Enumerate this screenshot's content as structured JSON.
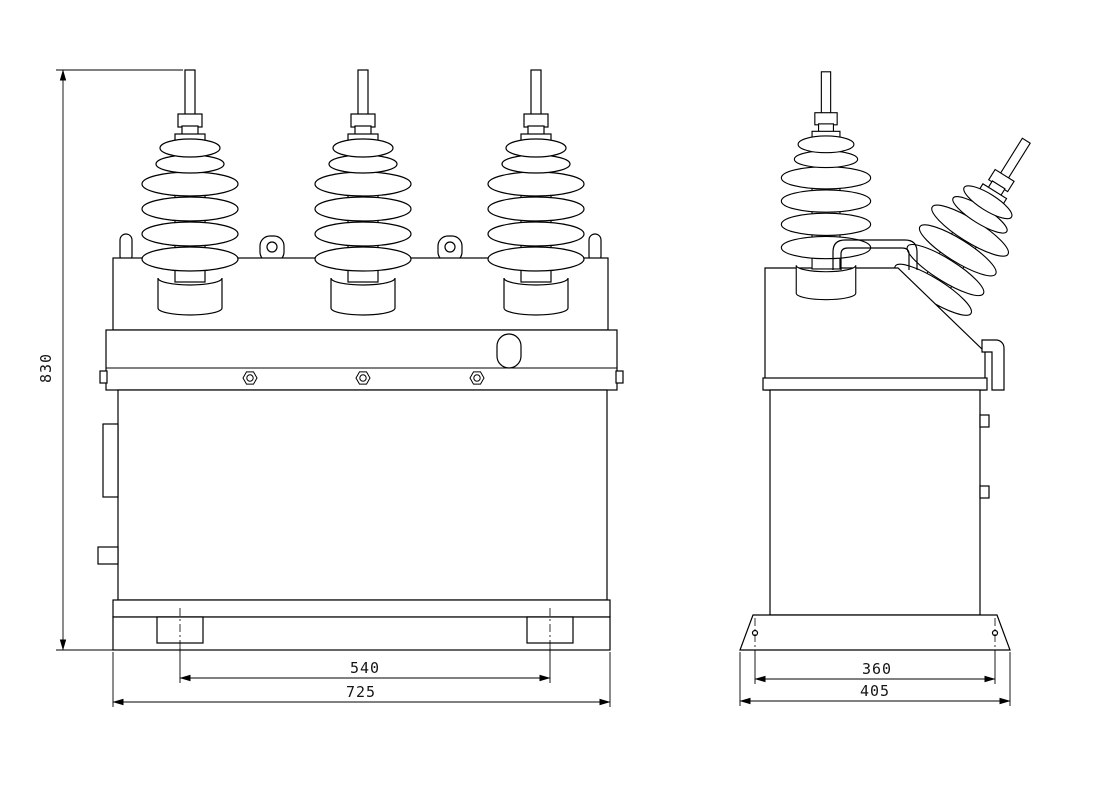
{
  "drawing": {
    "colors": {
      "line": "#000000",
      "background": "#ffffff",
      "dimension_text": "#151515"
    },
    "front_view": {
      "dim_overall_height": "830",
      "dim_foot_spacing": "540",
      "dim_overall_width": "725"
    },
    "side_view": {
      "dim_foot_spacing": "360",
      "dim_overall_width": "405"
    }
  }
}
